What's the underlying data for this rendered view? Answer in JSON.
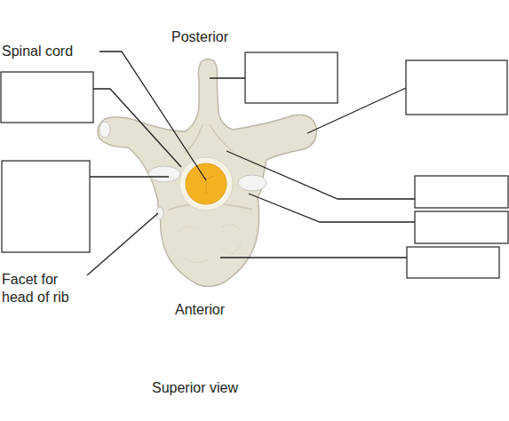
{
  "diagram": {
    "caption": "Superior view",
    "labels": [
      "Posterior",
      "Spinal cord",
      "Facet for head of rib",
      "Anterior"
    ]
  }
}
